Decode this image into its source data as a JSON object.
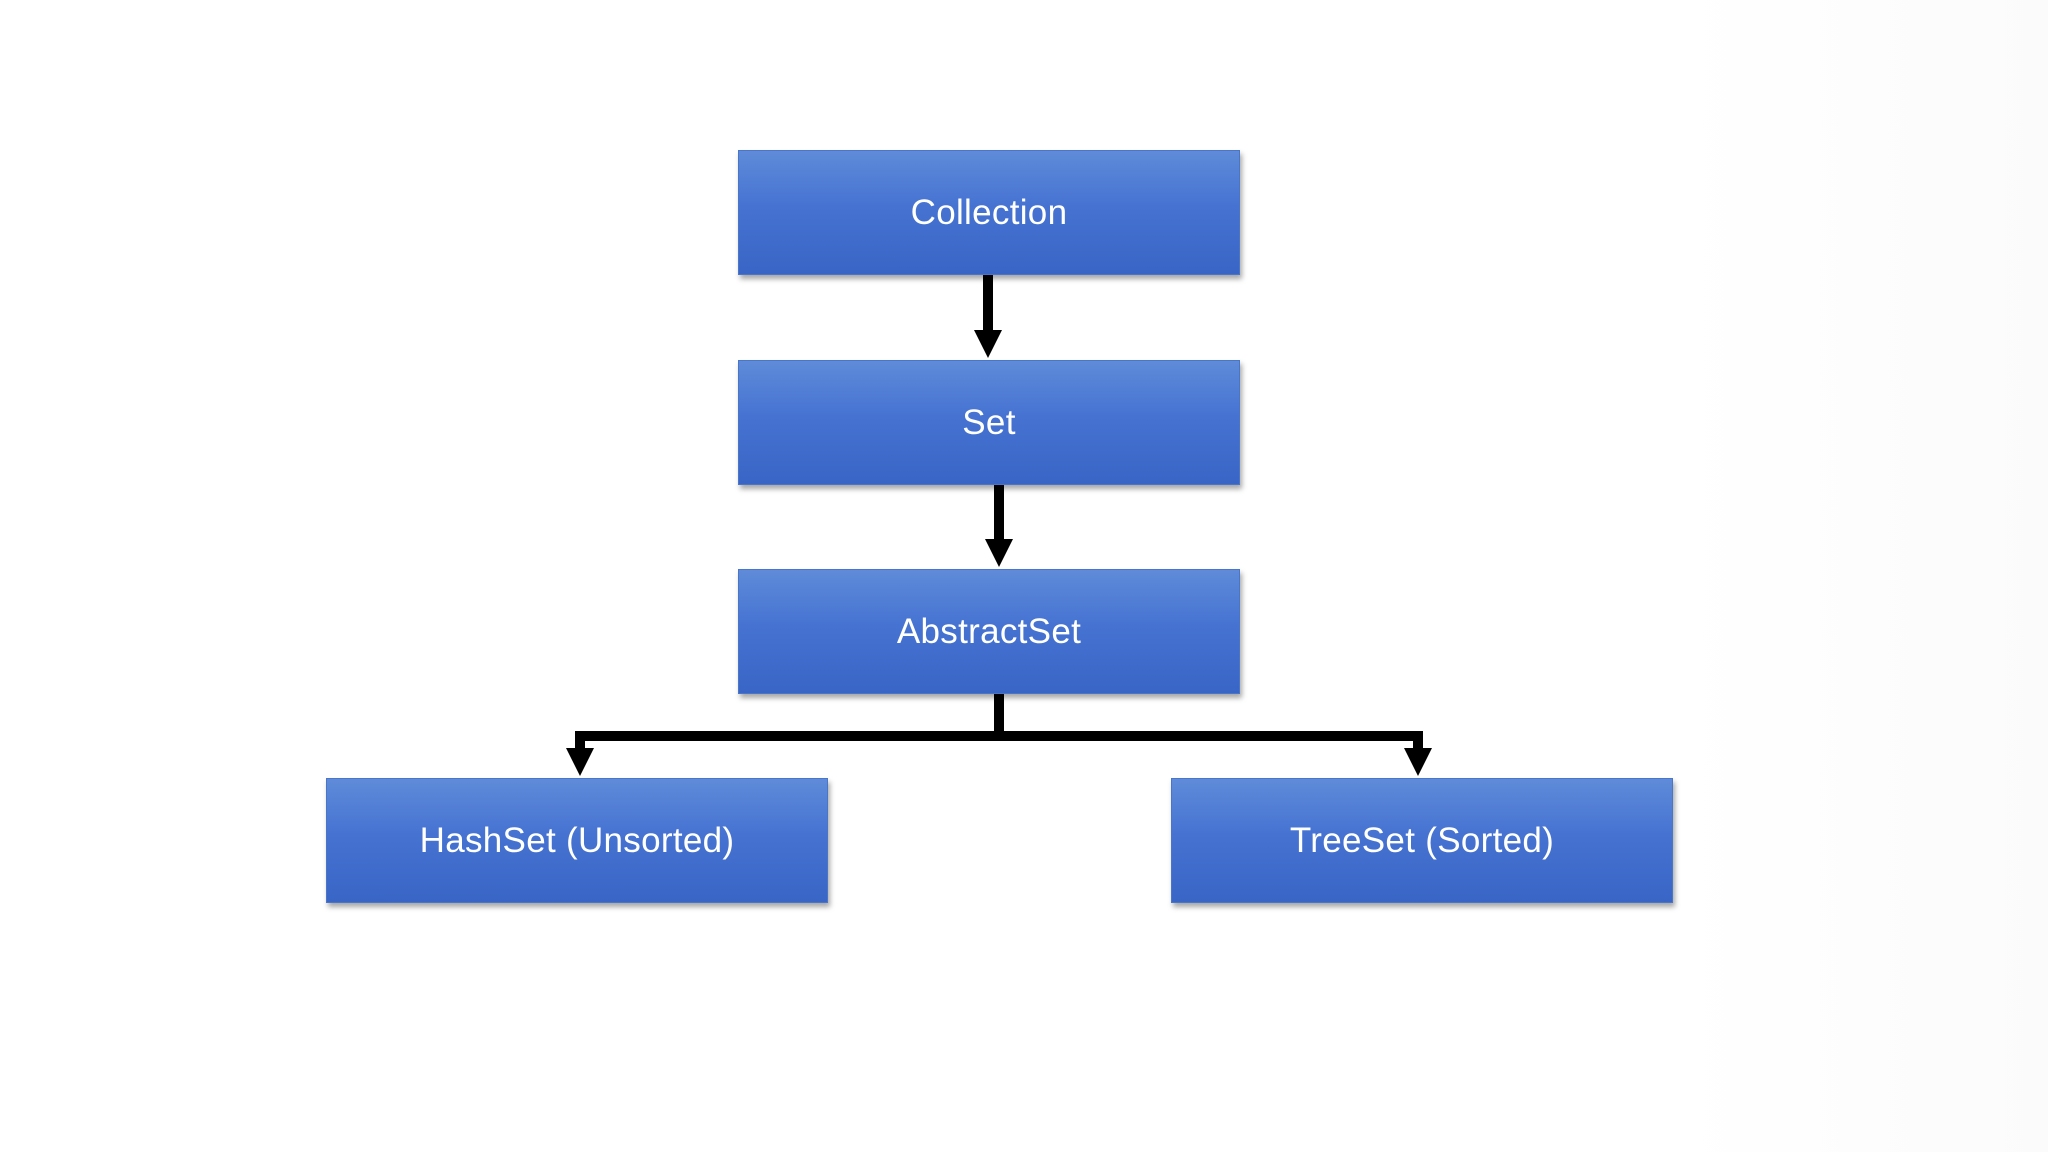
{
  "diagram": {
    "nodes": [
      {
        "id": "collection",
        "label": "Collection"
      },
      {
        "id": "set",
        "label": "Set"
      },
      {
        "id": "abstractset",
        "label": "AbstractSet"
      },
      {
        "id": "hashset",
        "label": "HashSet (Unsorted)"
      },
      {
        "id": "treeset",
        "label": "TreeSet (Sorted)"
      }
    ],
    "edges": [
      {
        "from": "collection",
        "to": "set"
      },
      {
        "from": "set",
        "to": "abstractset"
      },
      {
        "from": "abstractset",
        "to": "hashset"
      },
      {
        "from": "abstractset",
        "to": "treeset"
      }
    ],
    "colors": {
      "box_fill": "#4472C4",
      "box_text": "#FFFFFF",
      "connector": "#000000",
      "background": "#FFFFFF"
    }
  }
}
